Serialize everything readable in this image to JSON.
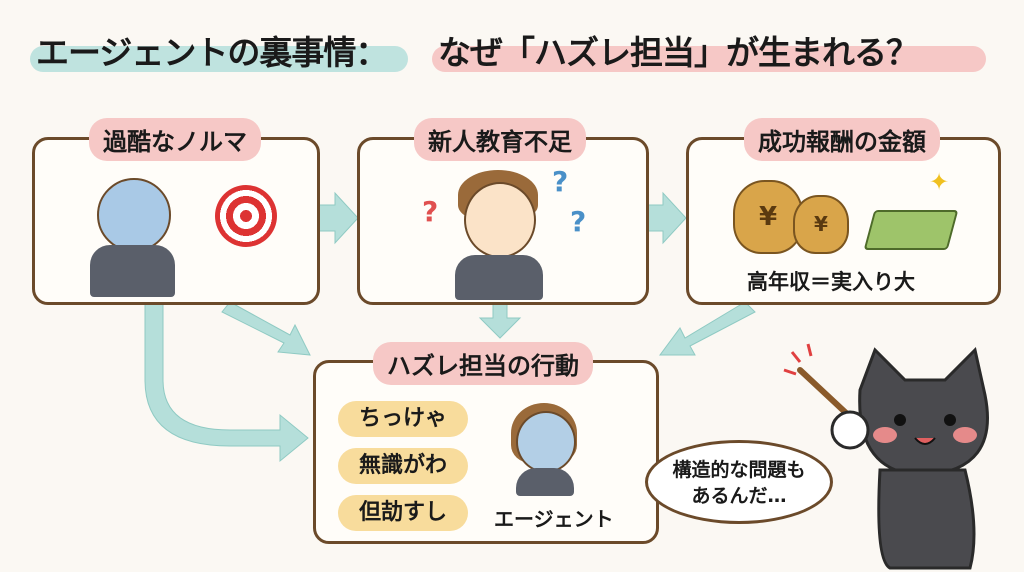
{
  "title": {
    "part1": "エージェントの裏事情：",
    "part2": "なぜ「ハズレ担当」が生まれる？"
  },
  "boxes": {
    "quota": {
      "label": "過酷なノルマ"
    },
    "training": {
      "label": "新人教育不足",
      "marks": "?"
    },
    "reward": {
      "label": "成功報酬の金額",
      "yen": "¥",
      "caption": "高年収＝実入り大"
    }
  },
  "behavior": {
    "label": "ハズレ担当の行動",
    "items": [
      "ちっけゃ",
      "無識がわ",
      "但劼すし"
    ],
    "person_caption": "エージェント"
  },
  "speech": {
    "line1": "構造的な問題も",
    "line2": "あるんだ…"
  },
  "colors": {
    "teal": "#bfe3df",
    "pink": "#f6c8c6",
    "arrow": "#b5dfda",
    "border": "#6b4a2a",
    "pill": "#f8dc9c"
  }
}
